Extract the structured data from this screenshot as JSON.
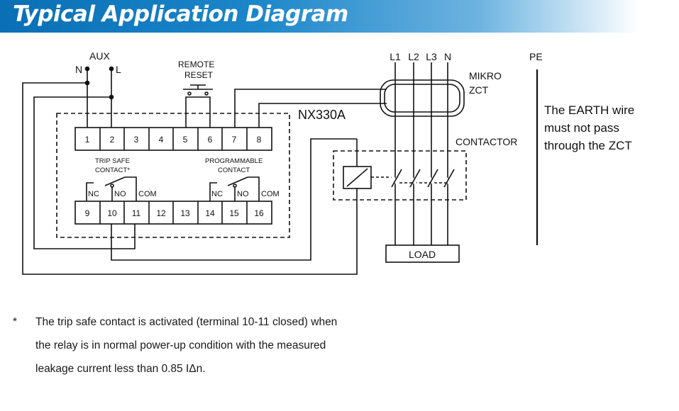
{
  "header": {
    "title": "Typical Application Diagram"
  },
  "diagram": {
    "aux_label": "AUX",
    "aux_n": "N",
    "aux_l": "L",
    "remote_reset_line1": "REMOTE",
    "remote_reset_line2": "RESET",
    "device_name": "NX330A",
    "top_terminals": [
      "1",
      "2",
      "3",
      "4",
      "5",
      "6",
      "7",
      "8"
    ],
    "bottom_terminals": [
      "9",
      "10",
      "11",
      "12",
      "13",
      "14",
      "15",
      "16"
    ],
    "trip_safe_line1": "TRIP SAFE",
    "trip_safe_line2": "CONTACT*",
    "programmable_line1": "PROGRAMMABLE",
    "programmable_line2": "CONTACT",
    "nc": "NC",
    "no": "NO",
    "com": "COM",
    "phases": [
      "L1",
      "L2",
      "L3",
      "N"
    ],
    "pe": "PE",
    "mikro_line1": "MIKRO",
    "mikro_line2": "ZCT",
    "contactor": "CONTACTOR",
    "load": "LOAD",
    "earth_note": [
      "The EARTH wire",
      "must not pass",
      "through the ZCT"
    ]
  },
  "footnote": {
    "marker": "*",
    "lines": [
      "The trip safe contact is activated (terminal 10-11 closed) when",
      "the relay is in normal power-up condition with the measured",
      "leakage current less than 0.85 IΔn."
    ]
  }
}
